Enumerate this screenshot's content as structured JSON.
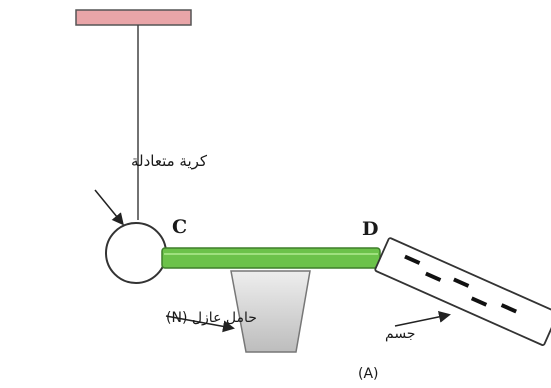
{
  "labels": {
    "ball": "كرية متعادلة",
    "point_c": "C",
    "point_d": "D",
    "stand": "حامل عازل (N)",
    "body": "جسم",
    "body_id": "(A)"
  },
  "colors": {
    "support_bar": "#e9a5a8",
    "rod": "#6cc24a",
    "stand": "#d6d6d6",
    "lines": "#333333"
  }
}
